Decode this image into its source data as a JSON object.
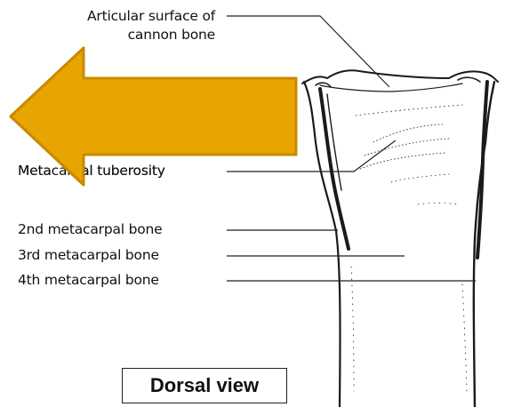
{
  "labels": {
    "articular_line1": "Articular surface of",
    "articular_line2": "cannon bone",
    "tuberosity": "Metacarpal tuberosity",
    "mc2": "2nd metacarpal bone",
    "mc3": "3rd metacarpal bone",
    "mc4": "4th metacarpal bone"
  },
  "caption": "Dorsal view",
  "colors": {
    "arrow_fill": "#e8a400",
    "arrow_stroke": "#c98a00",
    "line": "#222222",
    "bone_outline": "#1a1a1a"
  }
}
